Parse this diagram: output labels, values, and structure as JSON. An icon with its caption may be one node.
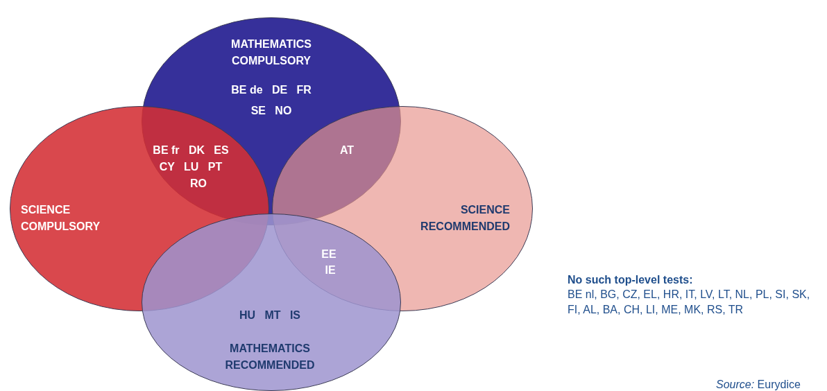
{
  "diagram": {
    "nodes": [
      {
        "text": [
          "MATHEMATICS COMPULSORY",
          "BE de   DE   FR",
          "SE   NO"
        ]
      },
      {
        "text": [
          "SCIENCE COMPULSORY"
        ]
      },
      {
        "text": [
          "SCIENCE RECOMMENDED"
        ]
      },
      {
        "text": [
          "HU   MT   IS",
          "MATHEMATICS RECOMMENDED"
        ]
      }
    ],
    "edges": [],
    "labels": [
      "BE fr   DK   ES",
      "CY   LU   PT",
      "RO",
      "AT",
      "EE",
      "IE",
      "No such top-level tests:",
      "BE nl, BG, CZ, EL, HR, IT, LV, LT, NL, PL, SI, SK, FI, AL, BA, CH, LI, ME, MK, RS, TR",
      "*Source:* Eurydice"
    ]
  }
}
